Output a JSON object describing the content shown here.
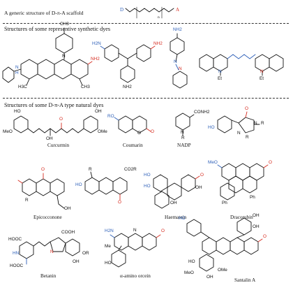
{
  "header": {
    "title": "A generic structure of D-π-A scaffold",
    "scaffold": {
      "donor": "D",
      "n": "n",
      "acceptor": "A"
    }
  },
  "sections": [
    "Structures of some representive synthetic dyes",
    "Structures of some D-π-A type natural dyes"
  ],
  "synthetic_atoms": {
    "ch3_top": "CH3",
    "n_center": "N",
    "nh_left": "N",
    "h_left": "H",
    "nh2_plus": "NH2",
    "h3c": "H3C",
    "ch3_right": "CH3",
    "nh2_a": "H2N",
    "nh2_b": "NH2",
    "nh2_c": "NH2",
    "nh2_d": "NH2",
    "n1": "N",
    "n2": "N",
    "et1": "Et",
    "et2": "Et",
    "n_q1": "N",
    "n_q2": "N"
  },
  "natural_dyes": [
    {
      "name": "Curcurmin"
    },
    {
      "name": "Coumarin"
    },
    {
      "name": "NADP"
    },
    {
      "name": "Epicocconone"
    },
    {
      "name": "Haematein"
    },
    {
      "name": "Dracorubin"
    },
    {
      "name": "Betanin"
    },
    {
      "name": "α-amino orcein"
    },
    {
      "name": "Santalin A"
    }
  ],
  "natural_atoms": {
    "curc_ho": "HO",
    "curc_meo": "MeO",
    "curc_oh": "OH",
    "curc_o": "O",
    "curc_oh2": "OH",
    "curc_ome": "OMe",
    "coum_ro": "RO",
    "coum_o1": "O",
    "coum_o2": "O",
    "nadp_conh2": "CONH2",
    "nadp_n": "N",
    "nadp_r": "R",
    "gfp_ho": "HO",
    "gfp_o": "O",
    "gfp_n1": "N",
    "gfp_n2": "N",
    "gfp_r1": "R",
    "gfp_r2": "R",
    "epi_o": "O",
    "epi_r": "R",
    "epi_oh": "OH",
    "fl_r": "R",
    "fl_co2r": "CO2R",
    "fl_o": "O",
    "fl_ho": "HO",
    "hae_ho1": "HO",
    "hae_ho2": "HO",
    "hae_oh": "OH",
    "hae_o": "O",
    "hae_oh2": "OH",
    "dra_meo": "MeO",
    "dra_o": "O",
    "dra_ph1": "Ph",
    "dra_ph2": "Ph",
    "bet_cooh1": "HOOC",
    "bet_cooh2": "COOH",
    "bet_hn": "HN",
    "bet_cooh3": "HOOC",
    "bet_oh": "OH",
    "bet_or": "OR",
    "bet_n": "N",
    "aao_h2n": "H2N",
    "aao_me": "Me",
    "aao_ho": "HO",
    "aao_n": "N",
    "aao_o": "O",
    "san_ho": "HO",
    "san_oh1": "OH",
    "san_oh2": "OH",
    "san_meo": "MeO",
    "san_ome": "OMe",
    "san_o": "O",
    "san_oh3": "OH",
    "san_ho2": "HO"
  },
  "colors": {
    "acceptor": "#d62b1f",
    "donor": "#2d5fb8",
    "text": "#111111"
  }
}
